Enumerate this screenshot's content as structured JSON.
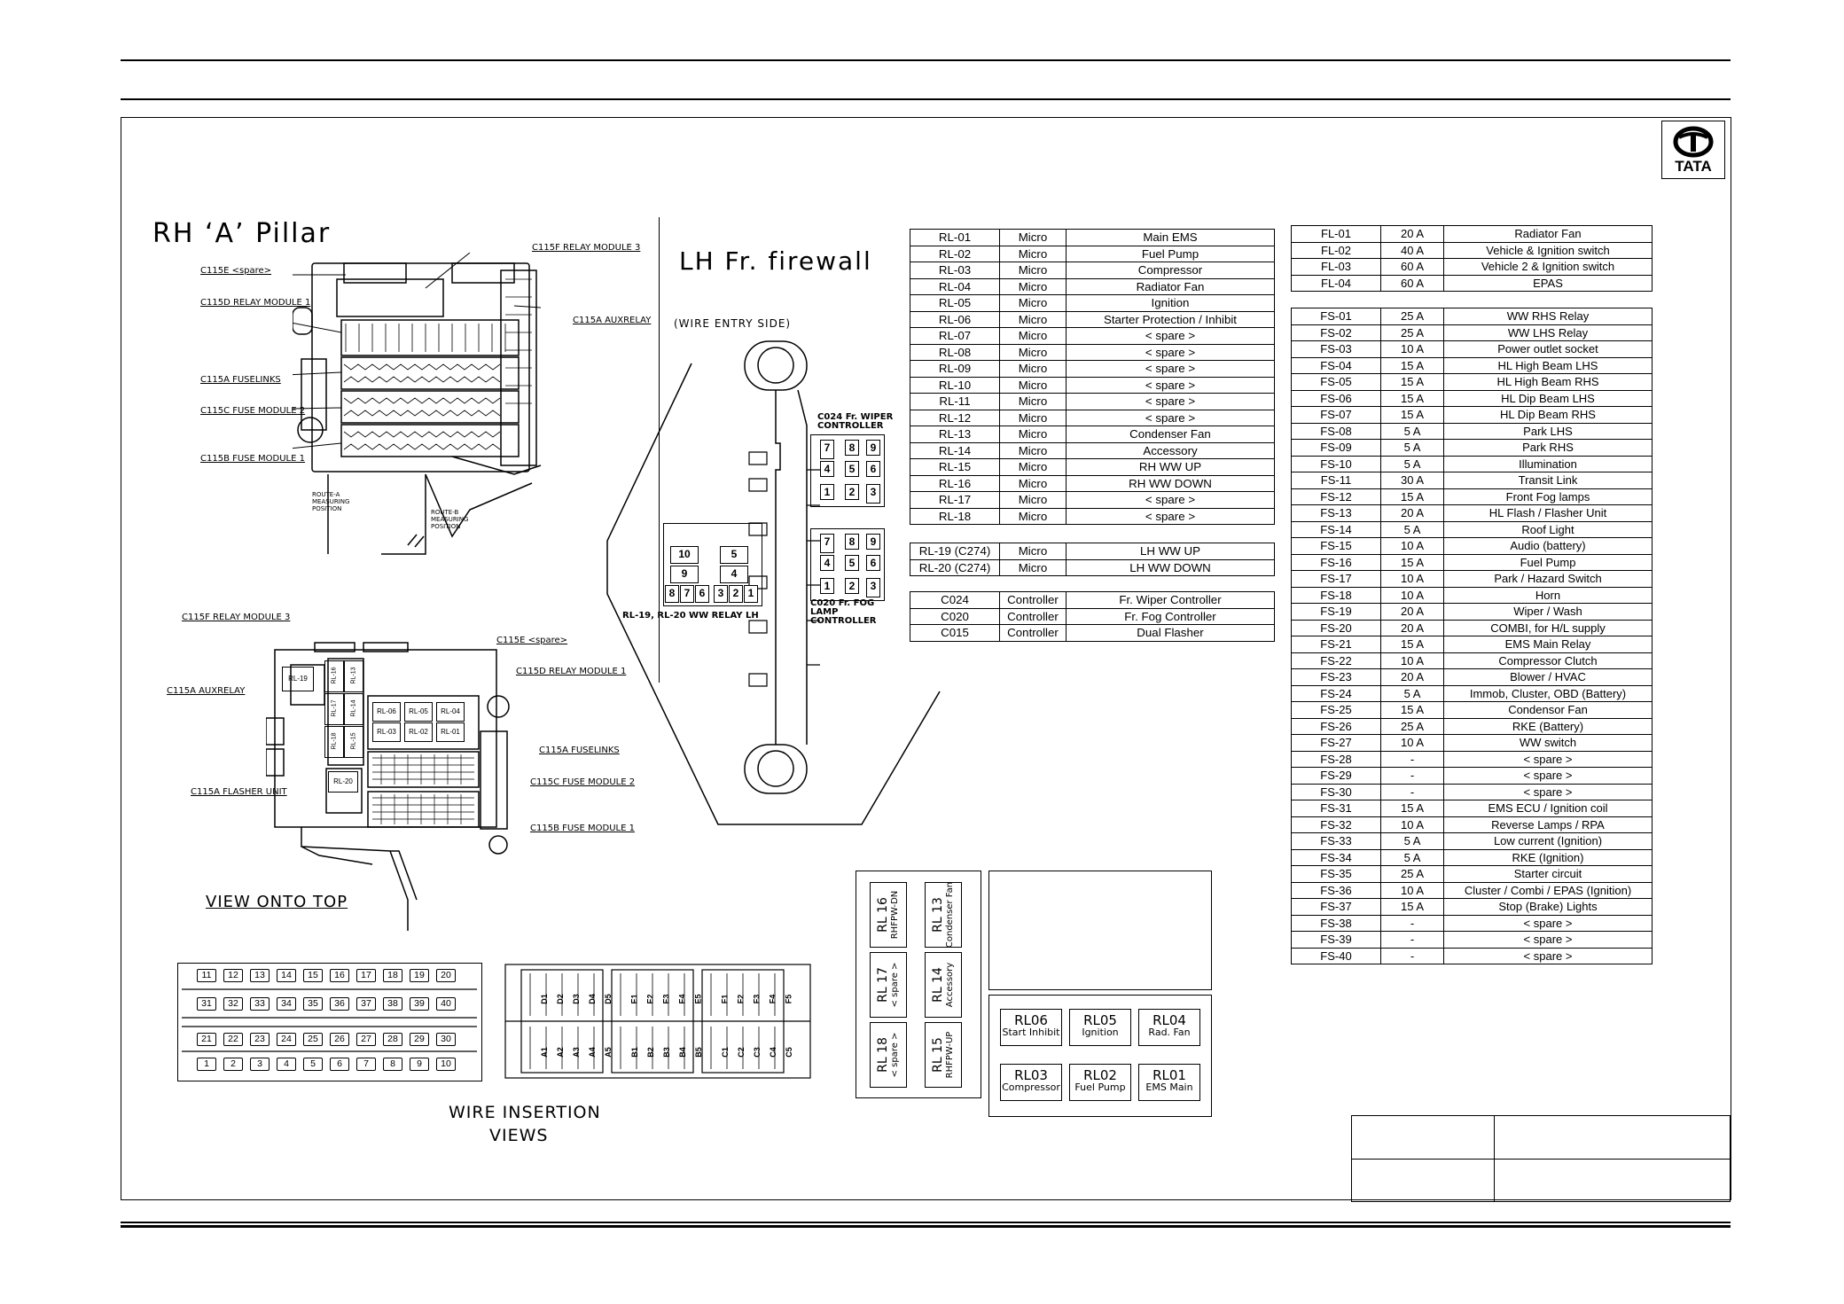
{
  "logo": {
    "text": "TATA"
  },
  "titles": {
    "rh_pillar": "RH ‘A’ Pillar",
    "lh_firewall": "LH Fr. firewall",
    "wire_entry": "(WIRE ENTRY SIDE)",
    "view_top": "VIEW ONTO TOP",
    "wire_insertion_1": "WIRE INSERTION",
    "wire_insertion_2": "VIEWS"
  },
  "pillar_labels": {
    "c115e": "C115E <spare>",
    "c115d": "C115D RELAY MODULE 1",
    "c115a_fuselinks": "C115A FUSELINKS",
    "c115c": "C115C FUSE MODULE 2",
    "c115b": "C115B FUSE MODULE 1",
    "c115f": "C115F RELAY MODULE 3",
    "c115a_aux": "C115A AUXRELAY",
    "route_a": "ROUTE-A MEASURING POSITION",
    "route_b": "ROUTE-B MEASURING POSITION"
  },
  "top_labels": {
    "c115f": "C115F RELAY MODULE 3",
    "c115a_aux": "C115A AUXRELAY",
    "c115a_flasher": "C115A FLASHER UNIT",
    "c115e": "C115E <spare>",
    "c115d": "C115D RELAY MODULE 1",
    "c115a_fuselinks": "C115A FUSELINKS",
    "c115c": "C115C FUSE MODULE 2",
    "c115b": "C115B FUSE MODULE 1"
  },
  "top_relays": [
    "RL-19",
    "RL-16",
    "RL-13",
    "RL-17",
    "RL-14",
    "RL-18",
    "RL-15",
    "RL-20",
    "RL-06",
    "RL-05",
    "RL-04",
    "RL-03",
    "RL-02",
    "RL-01"
  ],
  "firewall_labels": {
    "c024": "C024 Fr. WIPER CONTROLLER",
    "c020": "C020 Fr. FOG LAMP CONTROLLER",
    "rl19_20": "RL-19, RL-20 WW RELAY LH"
  },
  "controller_pins_top": [
    "1",
    "2",
    "3",
    "4",
    "5",
    "6",
    "7",
    "8",
    "9"
  ],
  "ww_relay_pins": [
    "10",
    "5",
    "9",
    "4",
    "8",
    "7",
    "6",
    "3",
    "2",
    "1"
  ],
  "connector_a": {
    "row1": [
      "11",
      "12",
      "13",
      "14",
      "15",
      "16",
      "17",
      "18",
      "19",
      "20"
    ],
    "row2": [
      "31",
      "32",
      "33",
      "34",
      "35",
      "36",
      "37",
      "38",
      "39",
      "40"
    ],
    "row3": [
      "21",
      "22",
      "23",
      "24",
      "25",
      "26",
      "27",
      "28",
      "29",
      "30"
    ],
    "row4": [
      "1",
      "2",
      "3",
      "4",
      "5",
      "6",
      "7",
      "8",
      "9",
      "10"
    ]
  },
  "connector_b": {
    "top": [
      "D1",
      "D2",
      "D3",
      "D4",
      "D5",
      "E1",
      "E2",
      "E3",
      "E4",
      "E5",
      "F1",
      "F2",
      "F3",
      "F4",
      "F5"
    ],
    "bottom": [
      "A1",
      "A2",
      "A3",
      "A4",
      "A5",
      "B1",
      "B2",
      "B3",
      "B4",
      "B5",
      "C1",
      "C2",
      "C3",
      "C4",
      "C5"
    ]
  },
  "relay_table": [
    [
      "RL-01",
      "Micro",
      "Main EMS"
    ],
    [
      "RL-02",
      "Micro",
      "Fuel Pump"
    ],
    [
      "RL-03",
      "Micro",
      "Compressor"
    ],
    [
      "RL-04",
      "Micro",
      "Radiator Fan"
    ],
    [
      "RL-05",
      "Micro",
      "Ignition"
    ],
    [
      "RL-06",
      "Micro",
      "Starter Protection / Inhibit"
    ],
    [
      "RL-07",
      "Micro",
      "< spare >"
    ],
    [
      "RL-08",
      "Micro",
      "< spare >"
    ],
    [
      "RL-09",
      "Micro",
      "< spare >"
    ],
    [
      "RL-10",
      "Micro",
      "< spare >"
    ],
    [
      "RL-11",
      "Micro",
      "< spare >"
    ],
    [
      "RL-12",
      "Micro",
      "< spare >"
    ],
    [
      "RL-13",
      "Micro",
      "Condenser Fan"
    ],
    [
      "RL-14",
      "Micro",
      "Accessory"
    ],
    [
      "RL-15",
      "Micro",
      "RH WW UP"
    ],
    [
      "RL-16",
      "Micro",
      "RH WW DOWN"
    ],
    [
      "RL-17",
      "Micro",
      "< spare >"
    ],
    [
      "RL-18",
      "Micro",
      "< spare >"
    ]
  ],
  "relay_table2": [
    [
      "RL-19 (C274)",
      "Micro",
      "LH WW UP"
    ],
    [
      "RL-20 (C274)",
      "Micro",
      "LH WW DOWN"
    ]
  ],
  "controller_table": [
    [
      "C024",
      "Controller",
      "Fr. Wiper Controller"
    ],
    [
      "C020",
      "Controller",
      "Fr. Fog Controller"
    ],
    [
      "C015",
      "Controller",
      "Dual Flasher"
    ]
  ],
  "fuselink_table": [
    [
      "FL-01",
      "20 A",
      "Radiator Fan"
    ],
    [
      "FL-02",
      "40 A",
      "Vehicle & Ignition switch"
    ],
    [
      "FL-03",
      "60 A",
      "Vehicle 2 & Ignition switch"
    ],
    [
      "FL-04",
      "60 A",
      "EPAS"
    ]
  ],
  "fuse_table": [
    [
      "FS-01",
      "25 A",
      "WW RHS Relay"
    ],
    [
      "FS-02",
      "25 A",
      "WW LHS Relay"
    ],
    [
      "FS-03",
      "10 A",
      "Power outlet socket"
    ],
    [
      "FS-04",
      "15 A",
      "HL High Beam LHS"
    ],
    [
      "FS-05",
      "15 A",
      "HL High Beam RHS"
    ],
    [
      "FS-06",
      "15 A",
      "HL Dip Beam LHS"
    ],
    [
      "FS-07",
      "15 A",
      "HL Dip Beam RHS"
    ],
    [
      "FS-08",
      "5 A",
      "Park LHS"
    ],
    [
      "FS-09",
      "5 A",
      "Park RHS"
    ],
    [
      "FS-10",
      "5 A",
      "Illumination"
    ],
    [
      "FS-11",
      "30 A",
      "Transit Link"
    ],
    [
      "FS-12",
      "15 A",
      "Front Fog lamps"
    ],
    [
      "FS-13",
      "20 A",
      "HL Flash / Flasher Unit"
    ],
    [
      "FS-14",
      "5 A",
      "Roof Light"
    ],
    [
      "FS-15",
      "10 A",
      "Audio (battery)"
    ],
    [
      "FS-16",
      "15 A",
      "Fuel Pump"
    ],
    [
      "FS-17",
      "10 A",
      "Park / Hazard Switch"
    ],
    [
      "FS-18",
      "10 A",
      "Horn"
    ],
    [
      "FS-19",
      "20 A",
      "Wiper / Wash"
    ],
    [
      "FS-20",
      "20 A",
      "COMBI, for H/L supply"
    ],
    [
      "FS-21",
      "15 A",
      "EMS Main Relay"
    ],
    [
      "FS-22",
      "10 A",
      "Compressor Clutch"
    ],
    [
      "FS-23",
      "20 A",
      "Blower / HVAC"
    ],
    [
      "FS-24",
      "5 A",
      "Immob, Cluster, OBD (Battery)"
    ],
    [
      "FS-25",
      "15 A",
      "Condensor Fan"
    ],
    [
      "FS-26",
      "25 A",
      "RKE  (Battery)"
    ],
    [
      "FS-27",
      "10 A",
      "WW switch"
    ],
    [
      "FS-28",
      "-",
      "< spare >"
    ],
    [
      "FS-29",
      "-",
      "< spare >"
    ],
    [
      "FS-30",
      "-",
      "< spare >"
    ],
    [
      "FS-31",
      "15 A",
      "EMS ECU / Ignition coil"
    ],
    [
      "FS-32",
      "10 A",
      "Reverse Lamps / RPA"
    ],
    [
      "FS-33",
      "5 A",
      "Low current (Ignition)"
    ],
    [
      "FS-34",
      "5 A",
      "RKE  (Ignition)"
    ],
    [
      "FS-35",
      "25 A",
      "Starter circuit"
    ],
    [
      "FS-36",
      "10 A",
      "Cluster / Combi / EPAS (Ignition)"
    ],
    [
      "FS-37",
      "15 A",
      "Stop (Brake) Lights"
    ],
    [
      "FS-38",
      "-",
      "< spare >"
    ],
    [
      "FS-39",
      "-",
      "< spare >"
    ],
    [
      "FS-40",
      "-",
      "< spare >"
    ]
  ],
  "vertical_relays": [
    {
      "id": "RL 16",
      "desc": "RHFPW-DN"
    },
    {
      "id": "RL 13",
      "desc": "Condenser Fan"
    },
    {
      "id": "RL 17",
      "desc": "< spare >"
    },
    {
      "id": "RL 14",
      "desc": "Accessory"
    },
    {
      "id": "RL 18",
      "desc": "< spare >"
    },
    {
      "id": "RL 15",
      "desc": "RHFPW-UP"
    }
  ],
  "horizontal_relays": [
    {
      "id": "RL06",
      "desc": "Start Inhibit"
    },
    {
      "id": "RL05",
      "desc": "Ignition"
    },
    {
      "id": "RL04",
      "desc": "Rad. Fan"
    },
    {
      "id": "RL03",
      "desc": "Compressor"
    },
    {
      "id": "RL02",
      "desc": "Fuel Pump"
    },
    {
      "id": "RL01",
      "desc": "EMS Main"
    }
  ]
}
